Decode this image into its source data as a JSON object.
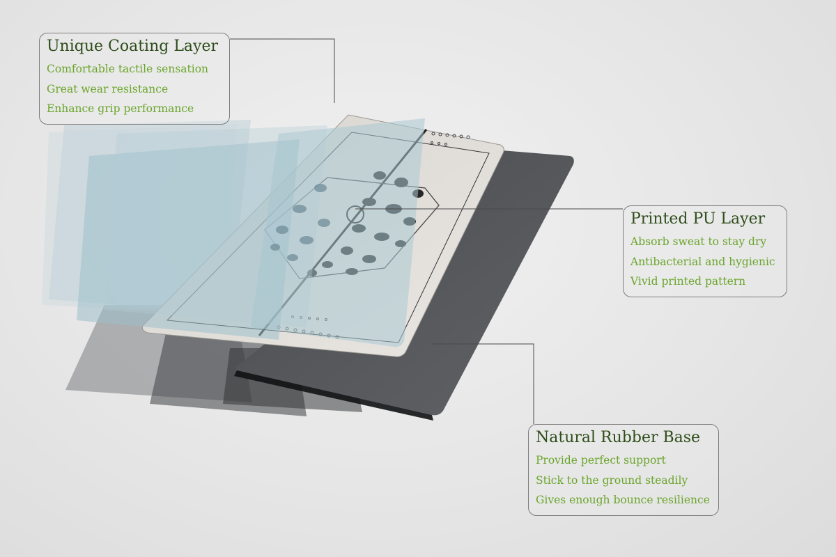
{
  "callouts": {
    "coating": {
      "title": "Unique Coating Layer",
      "features": [
        "Comfortable tactile sensation",
        "Great wear resistance",
        "Enhance grip performance"
      ]
    },
    "pu": {
      "title": "Printed PU Layer",
      "features": [
        "Absorb sweat to stay dry",
        "Antibacterial and hygienic",
        "Vivid printed pattern"
      ]
    },
    "rubber": {
      "title": "Natural Rubber Base",
      "features": [
        "Provide perfect support",
        "Stick to the ground steadily",
        "Gives enough bounce resilience"
      ]
    }
  },
  "colors": {
    "title": "#2e4d1a",
    "feature": "#6aa52b",
    "border": "#7d7d7d",
    "rubber": "#585a5e",
    "pu": "#e2dfdb",
    "coating": "#a9c8d2"
  }
}
